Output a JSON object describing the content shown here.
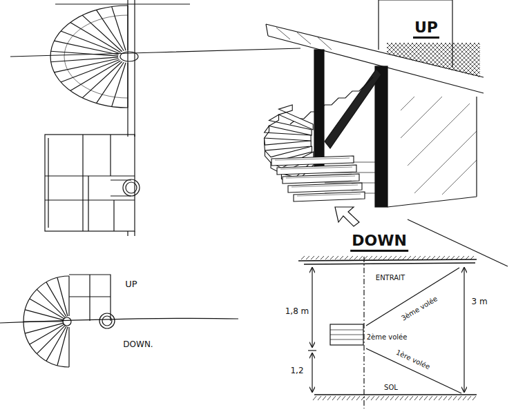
{
  "diagram": {
    "labels": [
      "UP",
      "DOWN",
      "UP",
      "DOWN.",
      "ENTRAIT",
      "3ème volée",
      "2ème volée",
      "1ère volée",
      "SOL",
      "1,8 m",
      "1,2",
      "3 m"
    ]
  }
}
